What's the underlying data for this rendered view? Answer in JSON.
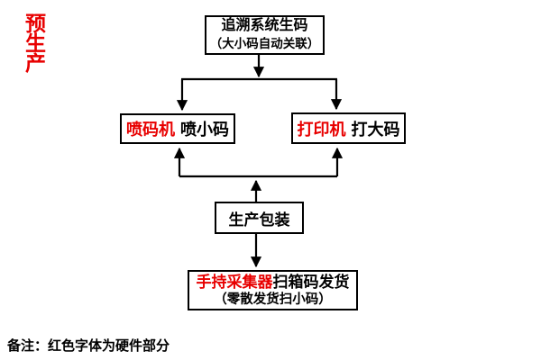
{
  "page": {
    "background": "#ffffff"
  },
  "diagram": {
    "stage_label": "预生产",
    "note": "备注：红色字体为硬件部分",
    "colors": {
      "hardware_red": "#e80000",
      "line_black": "#000000",
      "box_background": "#ffffff"
    },
    "nodes": {
      "trace_system": {
        "line1": "追溯系统生码",
        "line2": "（大小码自动关联）"
      },
      "inkjet": {
        "hardware": "喷码机",
        "action": "喷小码"
      },
      "printer": {
        "hardware": "打印机",
        "action": "打大码"
      },
      "packaging": {
        "label": "生产包装"
      },
      "shipping": {
        "hardware": "手持采集器",
        "action": "扫箱码发货",
        "line2": "（零散发货扫小码）"
      }
    }
  }
}
